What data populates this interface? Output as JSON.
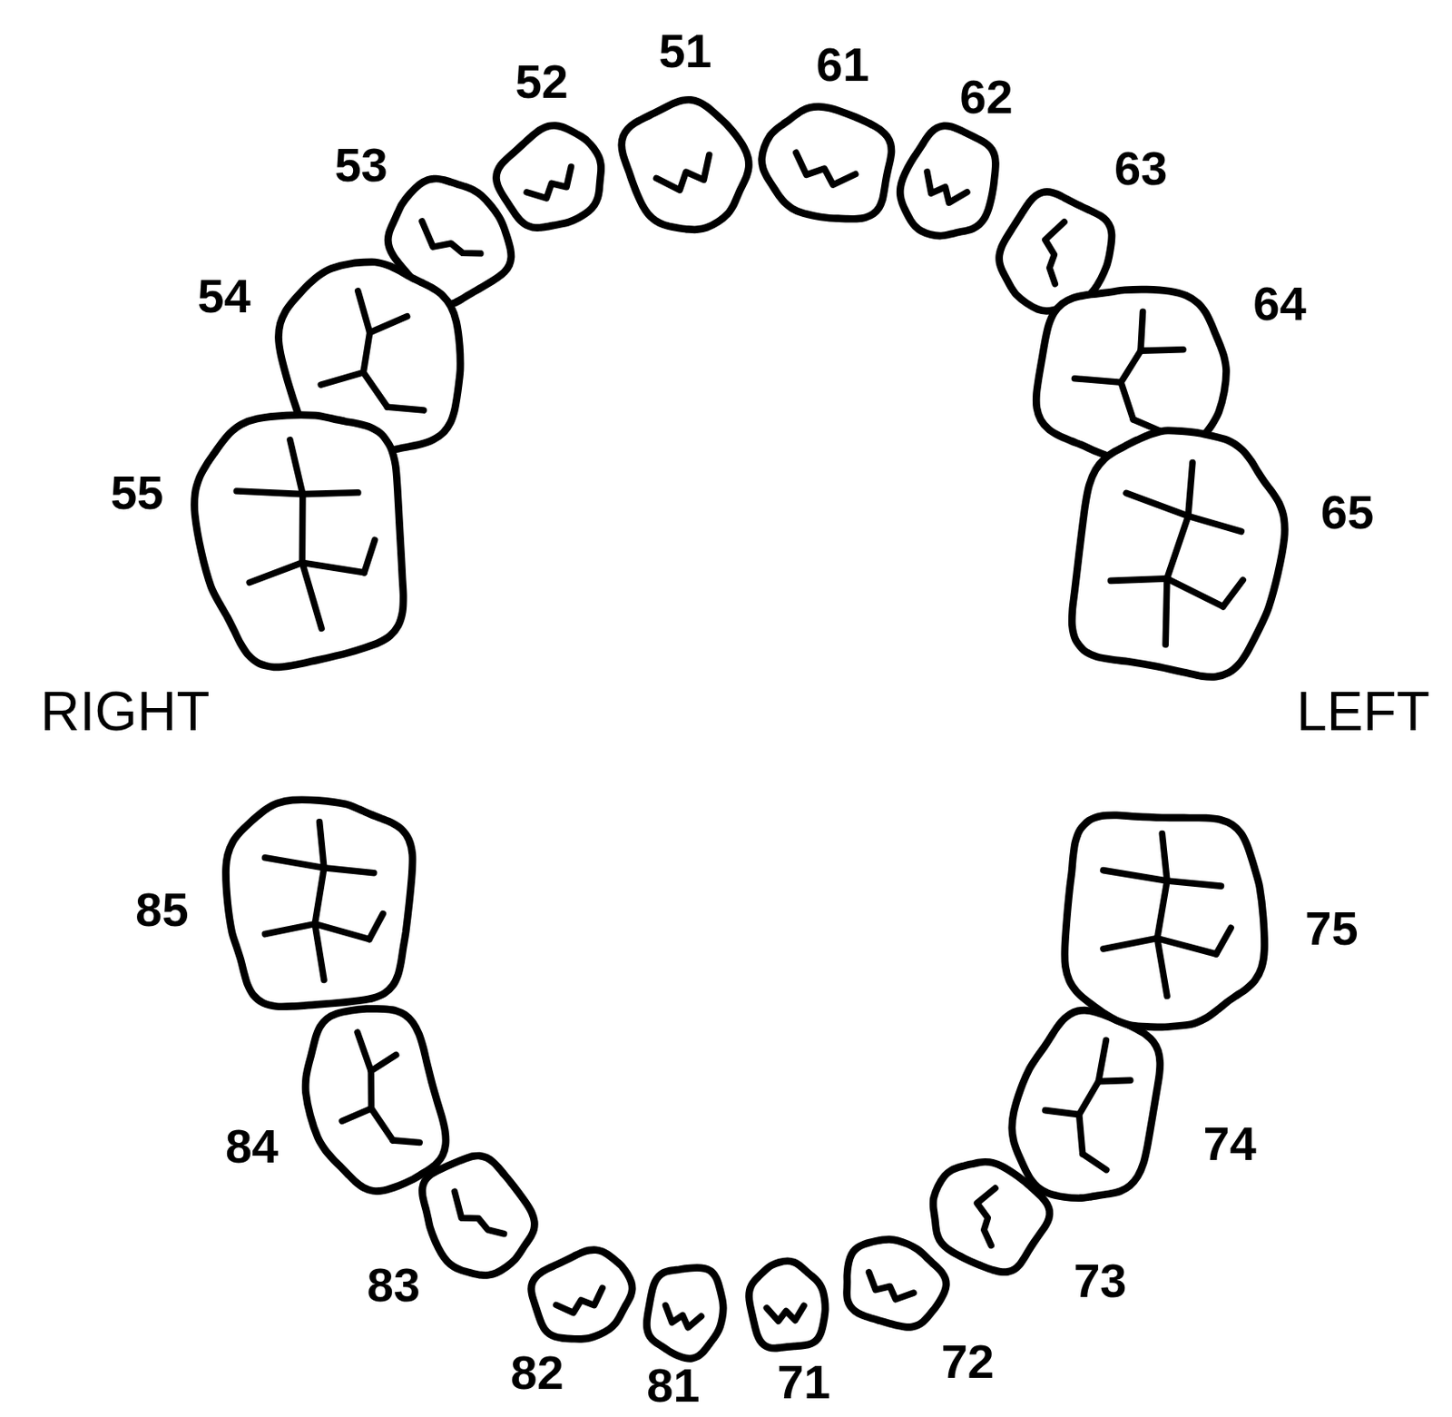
{
  "diagram": {
    "labels": [
      "52",
      "51",
      "61",
      "62",
      "53",
      "63",
      "54",
      "64",
      "55",
      "65",
      "RIGHT",
      "LEFT",
      "85",
      "75",
      "84",
      "74",
      "83",
      "73",
      "82",
      "72",
      "81",
      "71"
    ]
  }
}
